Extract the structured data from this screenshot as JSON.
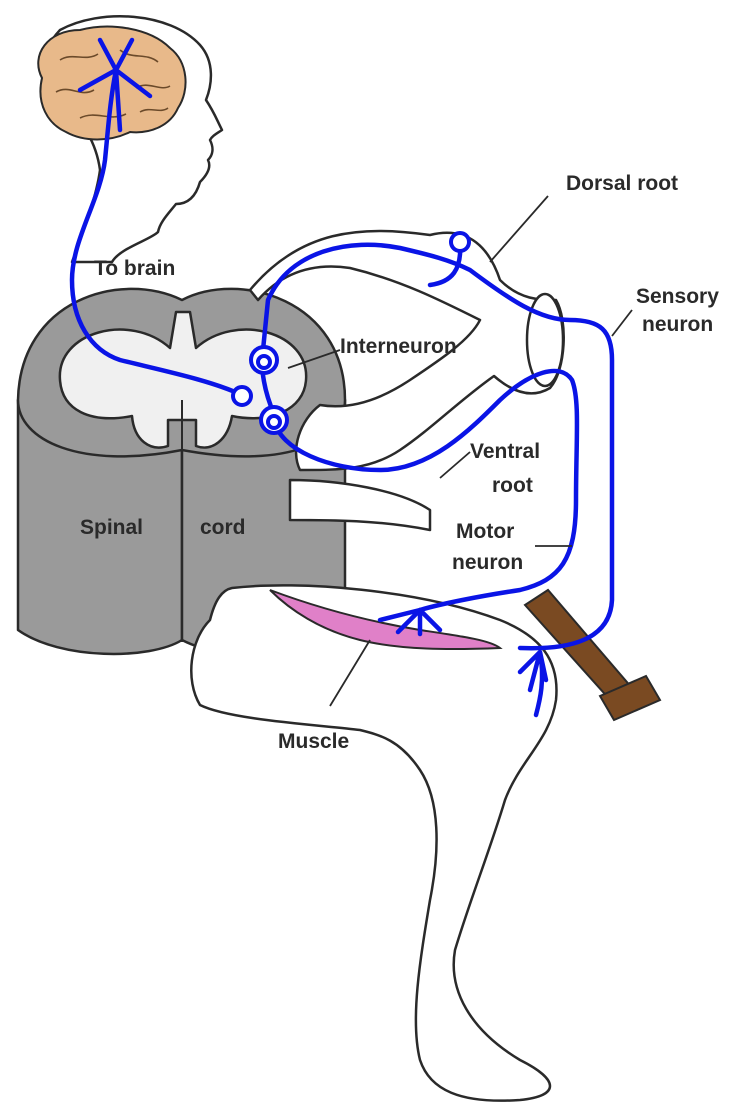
{
  "labels": {
    "dorsal_root": "Dorsal root",
    "sensory_neuron_line1": "Sensory",
    "sensory_neuron_line2": "neuron",
    "to_brain": "To brain",
    "interneuron": "Interneuron",
    "ventral_root_line1": "Ventral",
    "ventral_root_line2": "root",
    "motor_neuron_line1": "Motor",
    "motor_neuron_line2": "neuron",
    "spinal": "Spinal",
    "cord": "cord",
    "muscle": "Muscle"
  },
  "colors": {
    "neuron": "#0a14e6",
    "brain": "#e8b98a",
    "spinal_cord_white": "#9a9a9a",
    "spinal_cord_gray": "#f0f0f0",
    "muscle": "#e080c8",
    "hammer": "#7a4a22",
    "outline": "#2a2a2a"
  }
}
